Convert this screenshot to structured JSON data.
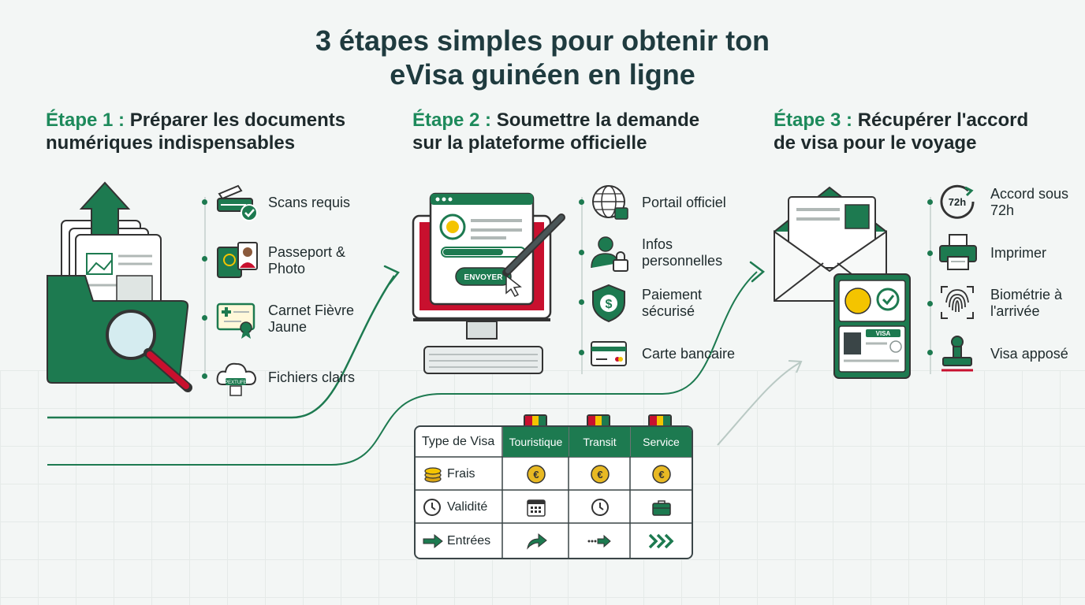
{
  "title": {
    "line1": "3 étapes simples pour obtenir ton",
    "line2": "eVisa guinéen en ligne"
  },
  "steps": [
    {
      "label": "Étape 1 :",
      "title1": " Préparer les documents",
      "title2": "numériques indispensables",
      "items": [
        {
          "icon": "scanner-icon",
          "text": "Scans requis"
        },
        {
          "icon": "passport-photo-icon",
          "text": "Passeport & Photo"
        },
        {
          "icon": "vaccination-certificate-icon",
          "text": "Carnet Fièvre Jaune"
        },
        {
          "icon": "cloud-file-icon",
          "text": "Fichiers clairs"
        }
      ]
    },
    {
      "label": "Étape 2 :",
      "title1": " Soumettre la demande",
      "title2": "sur la plateforme officielle",
      "items": [
        {
          "icon": "globe-icon",
          "text": "Portail officiel"
        },
        {
          "icon": "user-lock-icon",
          "text": "Infos personnelles"
        },
        {
          "icon": "shield-dollar-icon",
          "text": "Paiement sécurisé"
        },
        {
          "icon": "credit-card-icon",
          "text": "Carte bancaire"
        }
      ]
    },
    {
      "label": "Étape 3 :",
      "title1": " Récupérer l'accord",
      "title2": "de visa pour le voyage",
      "items": [
        {
          "icon": "clock-72h-icon",
          "text": "Accord sous 72h"
        },
        {
          "icon": "printer-icon",
          "text": "Imprimer"
        },
        {
          "icon": "fingerprint-icon",
          "text": "Biométrie à l'arrivée"
        },
        {
          "icon": "stamp-icon",
          "text": "Visa apposé"
        }
      ]
    }
  ],
  "illustrations": {
    "cloud_badge": "PEXTUFE",
    "submit_button": "ENVOYER",
    "visa_badge": "VISA",
    "clock_label": "72h"
  },
  "table": {
    "corner": "Type de Visa",
    "columns": [
      "Touristique",
      "Transit",
      "Service"
    ],
    "rows": [
      {
        "label": "Frais",
        "icon": "coins-icon",
        "cells": [
          "euro-coin-icon",
          "euro-coin-icon",
          "euro-coin-icon"
        ]
      },
      {
        "label": "Validité",
        "icon": "clock-icon",
        "cells": [
          "calendar-icon",
          "clock-icon",
          "briefcase-icon"
        ]
      },
      {
        "label": "Entrées",
        "icon": "arrow-right-icon",
        "cells": [
          "curved-arrow-icon",
          "dotted-arrow-icon",
          "multi-chevron-icon"
        ]
      }
    ]
  },
  "colors": {
    "green": "#1d7a50",
    "accent_green": "#1d8a5b",
    "red": "#c8102e",
    "yellow": "#f4c400",
    "dark": "#1e2a2c"
  }
}
